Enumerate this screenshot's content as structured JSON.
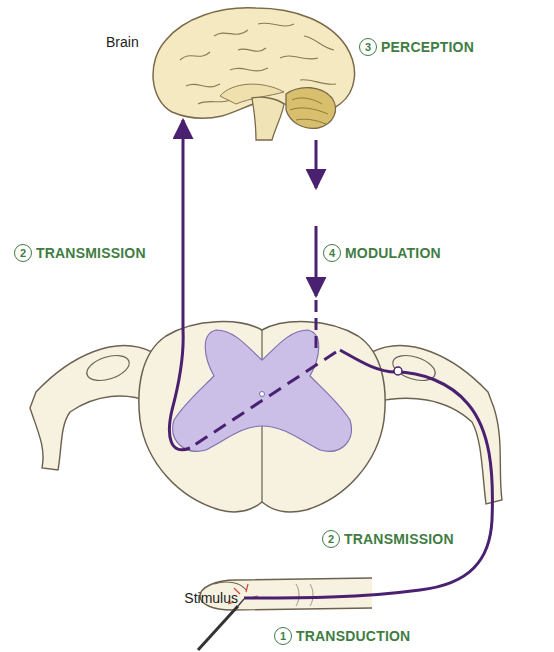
{
  "diagram": {
    "nodes": [
      {
        "text": [
          "3",
          "PERCEPTION"
        ]
      },
      {
        "text": [
          "2",
          "TRANSMISSION"
        ]
      },
      {
        "text": [
          "4",
          "MODULATION"
        ]
      },
      {
        "text": [
          "2",
          "TRANSMISSION"
        ]
      },
      {
        "text": [
          "1",
          "TRANSDUCTION"
        ]
      }
    ],
    "labels": [
      "Brain",
      "Stimulus"
    ]
  }
}
